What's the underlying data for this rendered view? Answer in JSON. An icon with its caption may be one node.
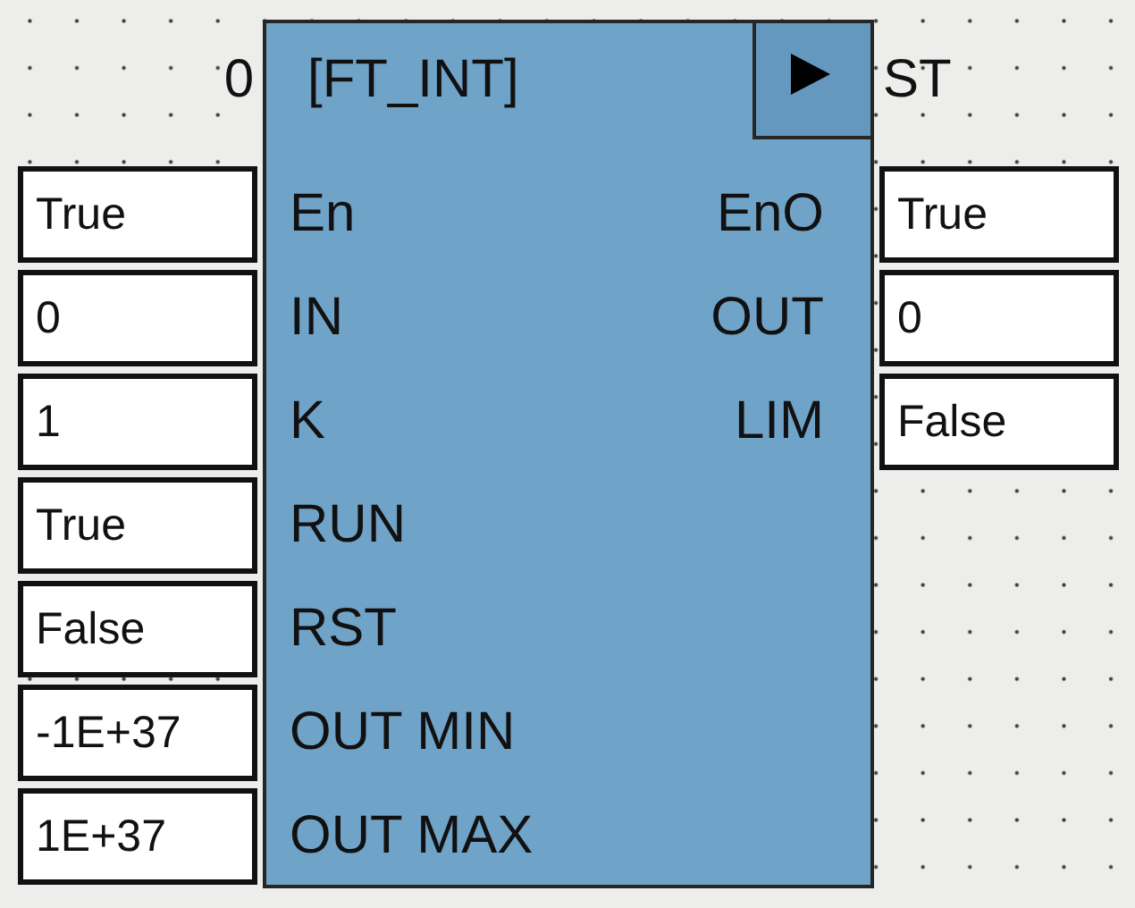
{
  "diagram": {
    "nodes": [
      {
        "text": [
          "[FT_INT]",
          "En",
          "IN",
          "K",
          "RUN",
          "RST",
          "OUT MIN",
          "OUT MAX",
          "EnO",
          "OUT",
          "LIM"
        ],
        "beside": [
          "0",
          "ST"
        ]
      },
      {
        "text": [],
        "shape": "box",
        "in": 0
      },
      {
        "text": [
          "True"
        ]
      },
      {
        "text": [
          "0"
        ]
      },
      {
        "text": [
          "1"
        ]
      },
      {
        "text": [
          "True"
        ]
      },
      {
        "text": [
          "False"
        ]
      },
      {
        "text": [
          "-1E+37"
        ]
      },
      {
        "text": [
          "1E+37"
        ]
      },
      {
        "text": [
          "True"
        ]
      },
      {
        "text": [
          "0"
        ]
      },
      {
        "text": [
          "False"
        ]
      }
    ]
  }
}
